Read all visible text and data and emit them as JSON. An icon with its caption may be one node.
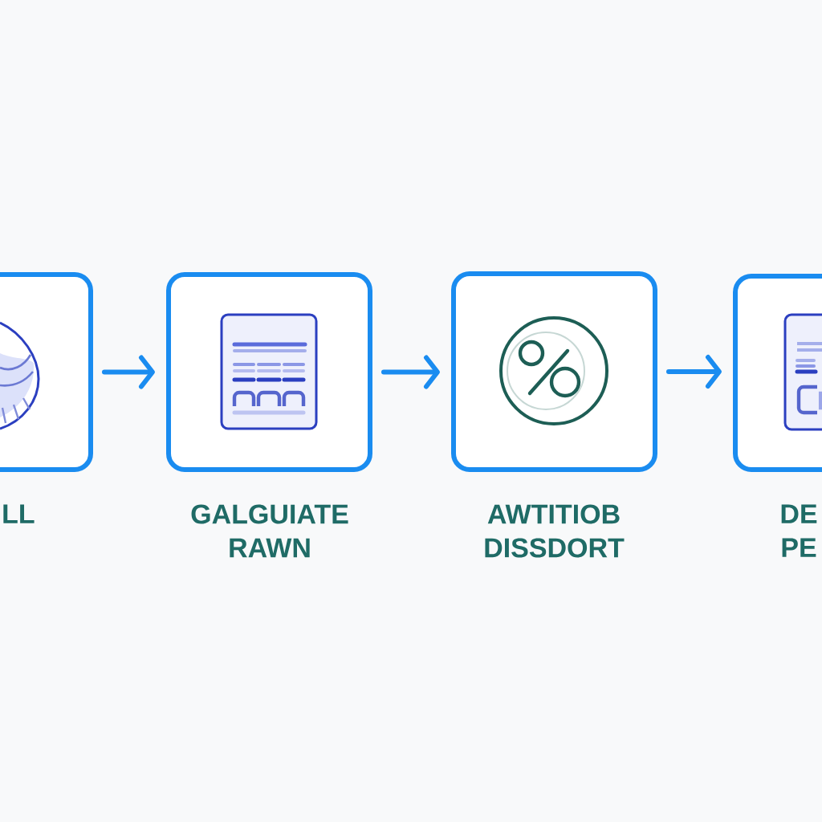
{
  "diagram": {
    "nodes": [
      {
        "text": [
          "LL"
        ]
      },
      {
        "text": [
          "GALGUIATE RAWN"
        ]
      },
      {
        "text": [
          "AWTITIOB DISSDORT"
        ]
      },
      {
        "text": [
          "DE PE"
        ]
      }
    ],
    "edges": [
      {
        "from": 0,
        "to": 1,
        "arrow": "to"
      },
      {
        "from": 1,
        "to": 2,
        "arrow": "to"
      },
      {
        "from": 2,
        "to": 3,
        "arrow": "to"
      }
    ]
  }
}
